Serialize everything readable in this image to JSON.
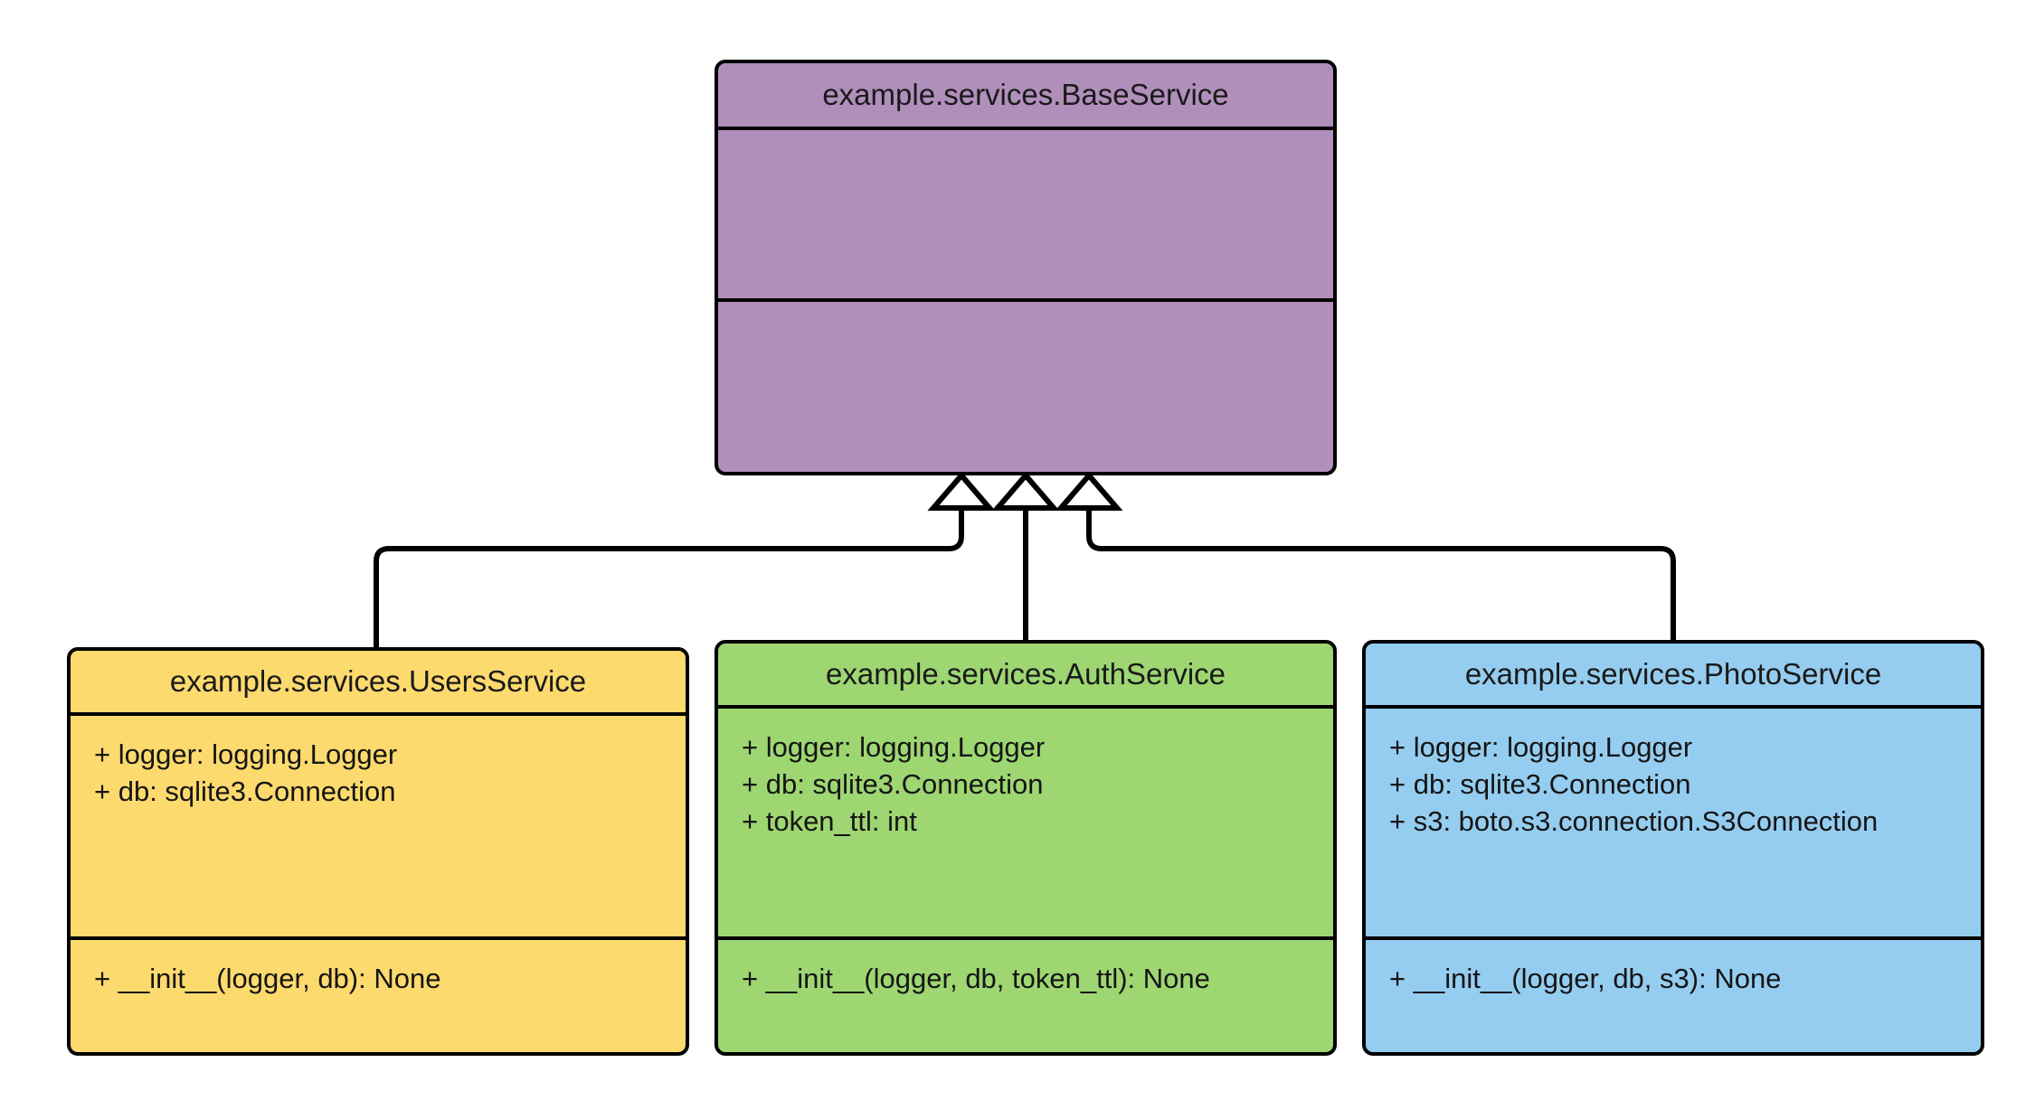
{
  "diagram": {
    "kind": "uml-class-diagram",
    "relation": "inheritance",
    "background_color": "#ffffff",
    "line_color": "#000000"
  },
  "classes": [
    {
      "id": "base",
      "name": "example.services.BaseService",
      "fill_color": "#b18fbb",
      "attributes": [],
      "methods": []
    },
    {
      "id": "users",
      "name": "example.services.UsersService",
      "fill_color": "#fdda6e",
      "attributes": [
        "+ logger: logging.Logger",
        "+ db: sqlite3.Connection"
      ],
      "methods": [
        "+ __init__(logger, db): None"
      ]
    },
    {
      "id": "auth",
      "name": "example.services.AuthService",
      "fill_color": "#9ed672",
      "attributes": [
        "+ logger: logging.Logger",
        "+ db: sqlite3.Connection",
        "+ token_ttl: int"
      ],
      "methods": [
        "+ __init__(logger, db, token_ttl): None"
      ]
    },
    {
      "id": "photo",
      "name": "example.services.PhotoService",
      "fill_color": "#95cdf0",
      "attributes": [
        "+ logger: logging.Logger",
        "+ db: sqlite3.Connection",
        "+ s3: boto.s3.connection.S3Connection"
      ],
      "methods": [
        "+ __init__(logger, db, s3): None"
      ]
    }
  ],
  "edges": [
    {
      "from": "users",
      "to": "base",
      "type": "generalization",
      "arrow": "hollow-triangle"
    },
    {
      "from": "auth",
      "to": "base",
      "type": "generalization",
      "arrow": "hollow-triangle"
    },
    {
      "from": "photo",
      "to": "base",
      "type": "generalization",
      "arrow": "hollow-triangle"
    }
  ]
}
